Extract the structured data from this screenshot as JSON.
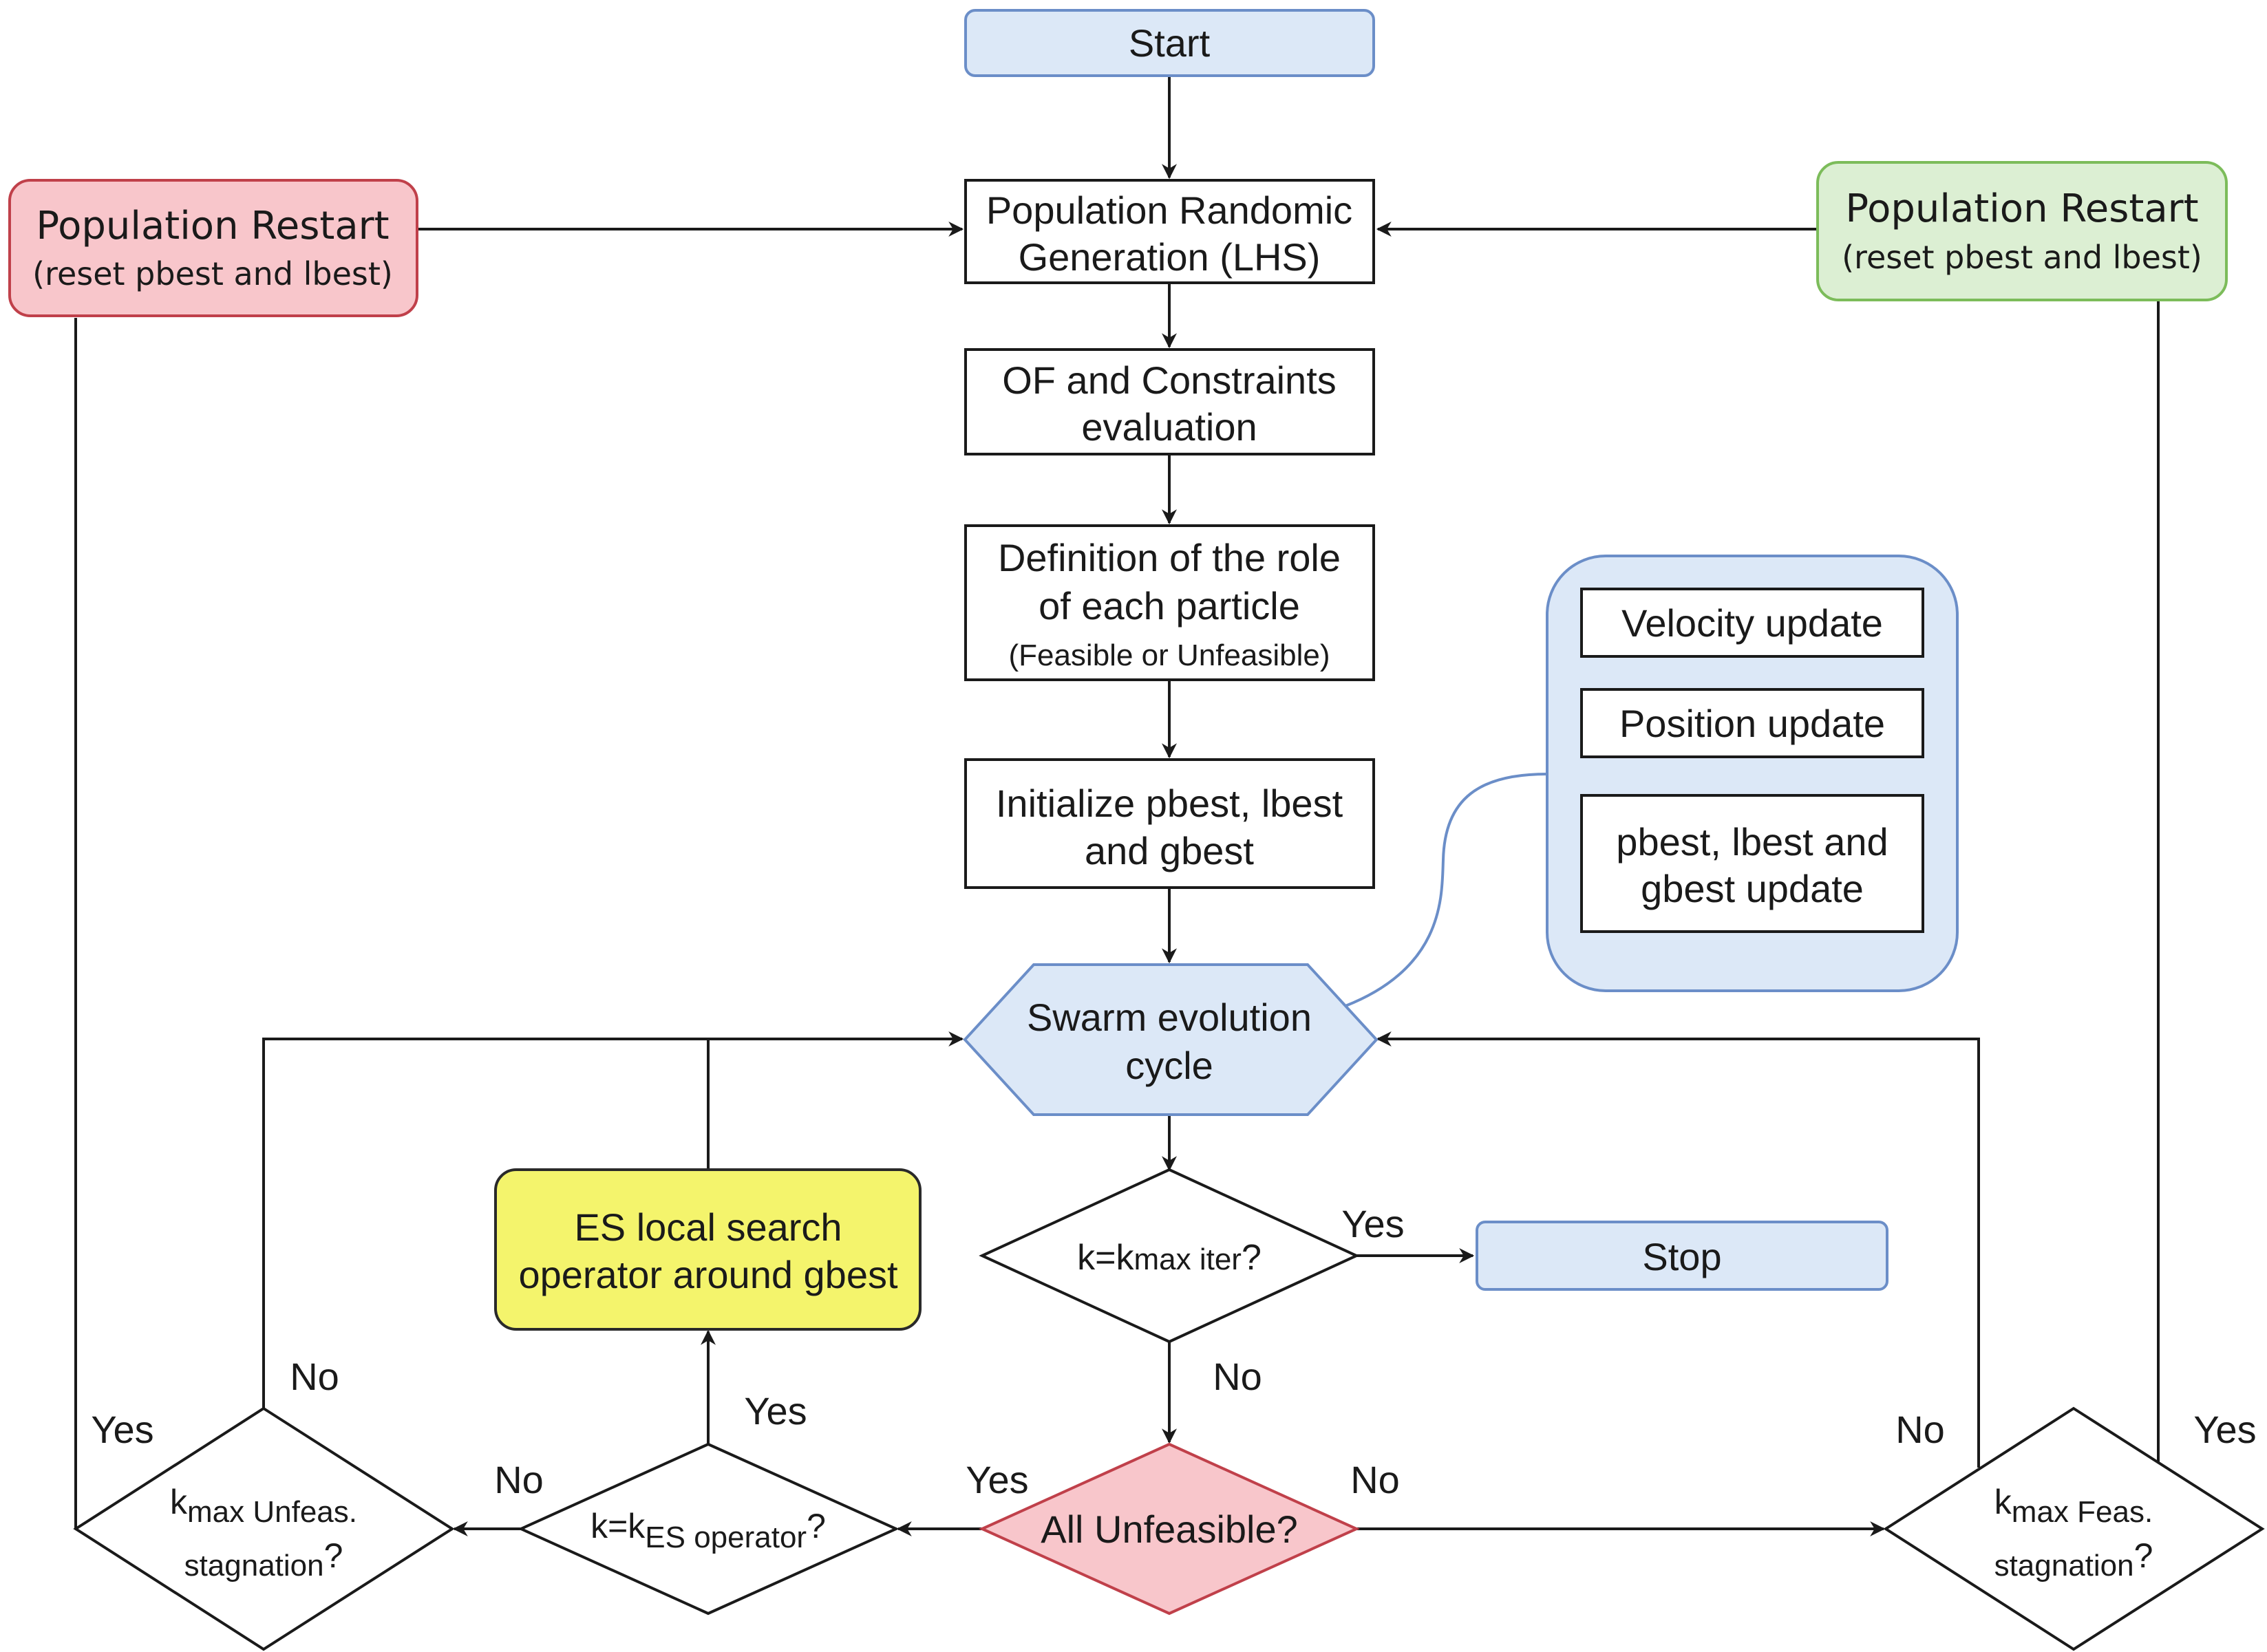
{
  "colors": {
    "start_fill": "#dce8f7",
    "start_stroke": "#6b8ec8",
    "restart_red_fill": "#f8c6cb",
    "restart_red_stroke": "#c0404a",
    "restart_green_fill": "#dcefd3",
    "restart_green_stroke": "#7cbc5a",
    "es_fill": "#f4f46c",
    "es_stroke": "#2a2a2a",
    "unfeasible_fill": "#f8c6cb",
    "unfeasible_stroke": "#c0404a",
    "panel_fill": "#dce8f7",
    "panel_stroke": "#6b8ec8",
    "line": "#1a1a1a"
  },
  "nodes": {
    "start": "Start",
    "restart_left": {
      "title": "Population Restart",
      "subtitle": "(reset pbest and lbest)"
    },
    "restart_right": {
      "title": "Population Restart",
      "subtitle": "(reset pbest and lbest)"
    },
    "generation": {
      "line1": "Population Randomic",
      "line2": "Generation (LHS)"
    },
    "evaluation": {
      "line1": "OF and Constraints",
      "line2": "evaluation"
    },
    "role": {
      "line1": "Definition of the role",
      "line2": "of each particle",
      "line3": "(Feasible or Unfeasible)"
    },
    "init": {
      "line1": "Initialize pbest, lbest",
      "line2": "and gbest"
    },
    "swarm": {
      "line1": "Swarm evolution",
      "line2": "cycle"
    },
    "kmax_iter": {
      "base": "k=k",
      "sub": "max iter",
      "tail": "?"
    },
    "stop": "Stop",
    "all_unfeasible": "All Unfeasible?",
    "es_check": {
      "base": "k=k",
      "sub": "ES operator",
      "tail": "?"
    },
    "es_operator": {
      "line1": "ES local search",
      "line2": "operator around gbest"
    },
    "unfeas_stag": {
      "base": "k",
      "sub": "max Unfeas.",
      "line2": "stagnation",
      "tail": "?"
    },
    "feas_stag": {
      "base": "k",
      "sub": "max Feas.",
      "line2": "stagnation",
      "tail": "?"
    }
  },
  "panel": {
    "velocity": "Velocity update",
    "position": "Position update",
    "best_update": {
      "line1": "pbest, lbest and",
      "line2": "gbest update"
    }
  },
  "edge_labels": {
    "iter_yes": "Yes",
    "iter_no": "No",
    "unfeasible_yes": "Yes",
    "unfeasible_no": "No",
    "es_yes": "Yes",
    "es_no": "No",
    "unfeas_stag_yes": "Yes",
    "unfeas_stag_no": "No",
    "feas_stag_yes": "Yes",
    "feas_stag_no": "No"
  }
}
